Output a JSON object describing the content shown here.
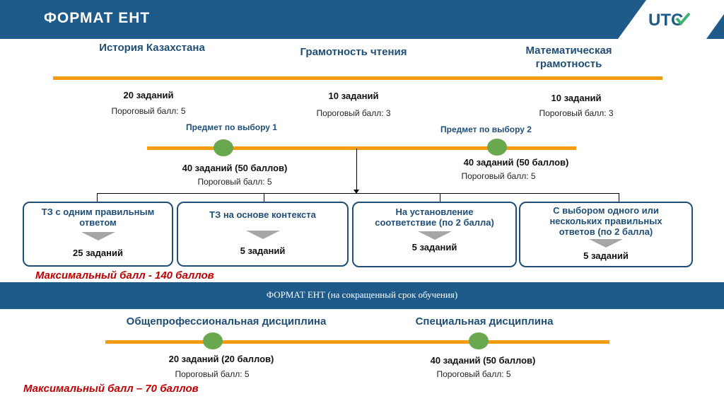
{
  "header": {
    "title": "ФОРМАТ ЕНТ",
    "logo_text": "UTC"
  },
  "row1": [
    {
      "name": "История Казахстана",
      "tasks": "20 заданий",
      "threshold": "Пороговый балл: 5"
    },
    {
      "name": "Грамотность чтения",
      "tasks": "10 заданий",
      "threshold": "Пороговый балл:  3"
    },
    {
      "name": "Математическая грамотность",
      "tasks": "10 заданий",
      "threshold": "Пороговый балл: 3"
    }
  ],
  "row2": [
    {
      "name": "Предмет по выбору 1",
      "tasks": "40 заданий (50 баллов)",
      "threshold": "Пороговый балл: 5"
    },
    {
      "name": "Предмет по выбору 2",
      "tasks": "40 заданий (50 баллов)",
      "threshold": "Пороговый балл: 5"
    }
  ],
  "boxes": [
    {
      "label": "ТЗ с одним правильным ответом",
      "count": "25 заданий"
    },
    {
      "label": "ТЗ  на основе контекста",
      "count": "5 заданий"
    },
    {
      "label": "На установление соответствие  (по 2 балла)",
      "count": "5 заданий"
    },
    {
      "label": "С выбором одного или нескольких правильных ответов (по 2 балла)",
      "count": "5 заданий"
    }
  ],
  "max1": "Максимальный балл  - 140 баллов",
  "band": "ФОРМАТ ЕНТ (на сокращенный срок обучения)",
  "row3": [
    {
      "name": "Общепрофессиональная дисциплина",
      "tasks": "20 заданий (20 баллов)",
      "threshold": "Пороговый балл: 5"
    },
    {
      "name": "Специальная дисциплина",
      "tasks": "40 заданий (50 баллов)",
      "threshold": "Пороговый балл: 5"
    }
  ],
  "max2": "Максимальный балл – 70 баллов",
  "colors": {
    "header": "#1e5a8a",
    "line": "#f39c12",
    "dot": "#6aa84f",
    "accent": "#c00000",
    "text_blue": "#1f4e79"
  }
}
